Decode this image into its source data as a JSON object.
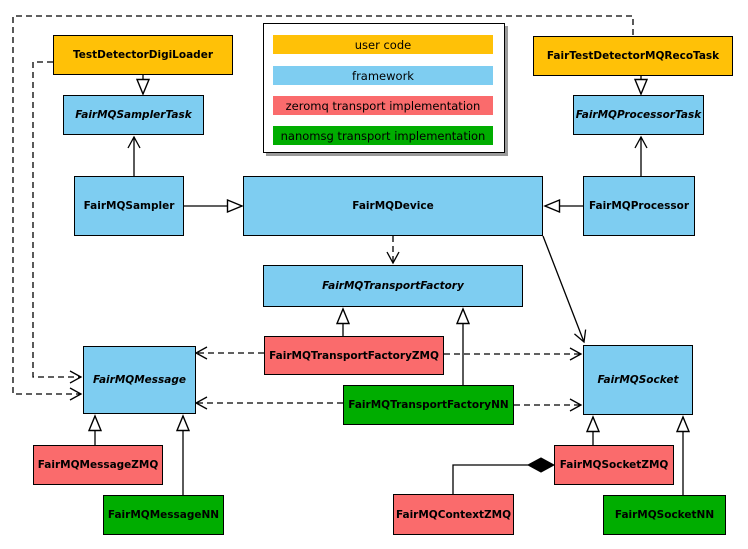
{
  "legend": {
    "items": [
      {
        "label": "user code",
        "color": "#ffc107"
      },
      {
        "label": "framework",
        "color": "#7ecdf1"
      },
      {
        "label": "zeromq transport implementation",
        "color": "#fa6b6c"
      },
      {
        "label": "nanomsg transport implementation",
        "color": "#00ad00"
      }
    ]
  },
  "nodes": {
    "testDetectorDigiLoader": {
      "label": "TestDetectorDigiLoader",
      "category": "user code",
      "abstract": false
    },
    "fairTestDetectorMQRecoTask": {
      "label": "FairTestDetectorMQRecoTask",
      "category": "user code",
      "abstract": false
    },
    "fairMQSamplerTask": {
      "label": "FairMQSamplerTask",
      "category": "framework",
      "abstract": true
    },
    "fairMQProcessorTask": {
      "label": "FairMQProcessorTask",
      "category": "framework",
      "abstract": true
    },
    "fairMQSampler": {
      "label": "FairMQSampler",
      "category": "framework",
      "abstract": false
    },
    "fairMQDevice": {
      "label": "FairMQDevice",
      "category": "framework",
      "abstract": false
    },
    "fairMQProcessor": {
      "label": "FairMQProcessor",
      "category": "framework",
      "abstract": false
    },
    "fairMQTransportFactory": {
      "label": "FairMQTransportFactory",
      "category": "framework",
      "abstract": true
    },
    "fairMQTransportFactoryZMQ": {
      "label": "FairMQTransportFactoryZMQ",
      "category": "zeromq",
      "abstract": false
    },
    "fairMQTransportFactoryNN": {
      "label": "FairMQTransportFactoryNN",
      "category": "nanomsg",
      "abstract": false
    },
    "fairMQMessage": {
      "label": "FairMQMessage",
      "category": "framework",
      "abstract": true
    },
    "fairMQSocket": {
      "label": "FairMQSocket",
      "category": "framework",
      "abstract": true
    },
    "fairMQMessageZMQ": {
      "label": "FairMQMessageZMQ",
      "category": "zeromq",
      "abstract": false
    },
    "fairMQMessageNN": {
      "label": "FairMQMessageNN",
      "category": "nanomsg",
      "abstract": false
    },
    "fairMQSocketZMQ": {
      "label": "FairMQSocketZMQ",
      "category": "zeromq",
      "abstract": false
    },
    "fairMQSocketNN": {
      "label": "FairMQSocketNN",
      "category": "nanomsg",
      "abstract": false
    },
    "fairMQContextZMQ": {
      "label": "FairMQContextZMQ",
      "category": "zeromq",
      "abstract": false
    }
  },
  "edges": [
    {
      "from": "TestDetectorDigiLoader",
      "to": "FairMQSamplerTask",
      "style": "solid",
      "arrow": "hollow-triangle"
    },
    {
      "from": "FairTestDetectorMQRecoTask",
      "to": "FairMQProcessorTask",
      "style": "solid",
      "arrow": "hollow-triangle"
    },
    {
      "from": "FairMQSampler",
      "to": "FairMQSamplerTask",
      "style": "solid",
      "arrow": "open-vee"
    },
    {
      "from": "FairMQProcessor",
      "to": "FairMQProcessorTask",
      "style": "solid",
      "arrow": "open-vee"
    },
    {
      "from": "FairMQSampler",
      "to": "FairMQDevice",
      "style": "solid",
      "arrow": "hollow-triangle"
    },
    {
      "from": "FairMQProcessor",
      "to": "FairMQDevice",
      "style": "solid",
      "arrow": "hollow-triangle"
    },
    {
      "from": "FairMQDevice",
      "to": "FairMQTransportFactory",
      "style": "dashed",
      "arrow": "open-vee"
    },
    {
      "from": "FairMQDevice",
      "to": "FairMQSocket",
      "style": "solid",
      "arrow": "open-vee"
    },
    {
      "from": "TestDetectorDigiLoader",
      "to": "FairMQMessage",
      "style": "dashed",
      "arrow": "open-vee"
    },
    {
      "from": "FairTestDetectorMQRecoTask",
      "to": "FairMQMessage",
      "style": "dashed",
      "arrow": "open-vee"
    },
    {
      "from": "FairMQTransportFactoryZMQ",
      "to": "FairMQTransportFactory",
      "style": "solid",
      "arrow": "hollow-triangle"
    },
    {
      "from": "FairMQTransportFactoryNN",
      "to": "FairMQTransportFactory",
      "style": "solid",
      "arrow": "hollow-triangle"
    },
    {
      "from": "FairMQTransportFactoryZMQ",
      "to": "FairMQMessage",
      "style": "dashed",
      "arrow": "open-vee"
    },
    {
      "from": "FairMQTransportFactoryZMQ",
      "to": "FairMQSocket",
      "style": "dashed",
      "arrow": "open-vee"
    },
    {
      "from": "FairMQTransportFactoryNN",
      "to": "FairMQMessage",
      "style": "dashed",
      "arrow": "open-vee"
    },
    {
      "from": "FairMQTransportFactoryNN",
      "to": "FairMQSocket",
      "style": "dashed",
      "arrow": "open-vee"
    },
    {
      "from": "FairMQMessageZMQ",
      "to": "FairMQMessage",
      "style": "solid",
      "arrow": "hollow-triangle"
    },
    {
      "from": "FairMQMessageNN",
      "to": "FairMQMessage",
      "style": "solid",
      "arrow": "hollow-triangle"
    },
    {
      "from": "FairMQSocketZMQ",
      "to": "FairMQSocket",
      "style": "solid",
      "arrow": "hollow-triangle"
    },
    {
      "from": "FairMQSocketNN",
      "to": "FairMQSocket",
      "style": "solid",
      "arrow": "hollow-triangle"
    },
    {
      "from": "FairMQContextZMQ",
      "to": "FairMQSocketZMQ",
      "style": "solid",
      "arrow": "filled-diamond"
    }
  ]
}
